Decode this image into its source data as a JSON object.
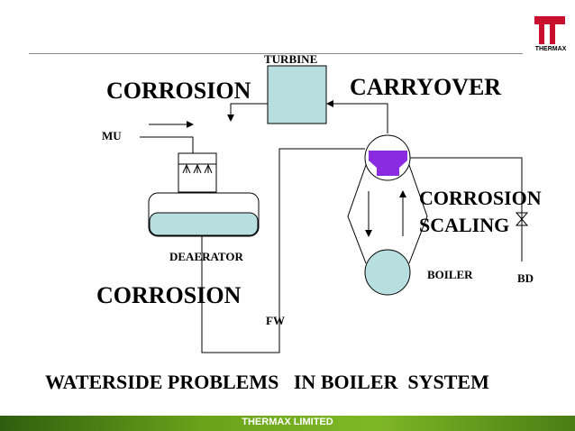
{
  "logo": {
    "text": "THERMAX",
    "color": "#c8102e"
  },
  "labels": {
    "turbine": "TURBINE",
    "corrosion_top": "CORROSION",
    "carryover": "CARRYOVER",
    "mu": "MU",
    "corrosion_right": "CORROSION",
    "scaling": "SCALING",
    "deaerator": "DEAERATOR",
    "boiler": "BOILER",
    "bd": "BD",
    "corrosion_bottom": "CORROSION",
    "fw": "FW"
  },
  "title": "WATERSIDE PROBLEMS   IN BOILER  SYSTEM",
  "footer": {
    "text": "THERMAX LIMITED"
  },
  "colors": {
    "equipment_fill": "#b7dfe0",
    "steam_drum_insert": "#8a2be2",
    "footer_green": "#6aa21a"
  }
}
